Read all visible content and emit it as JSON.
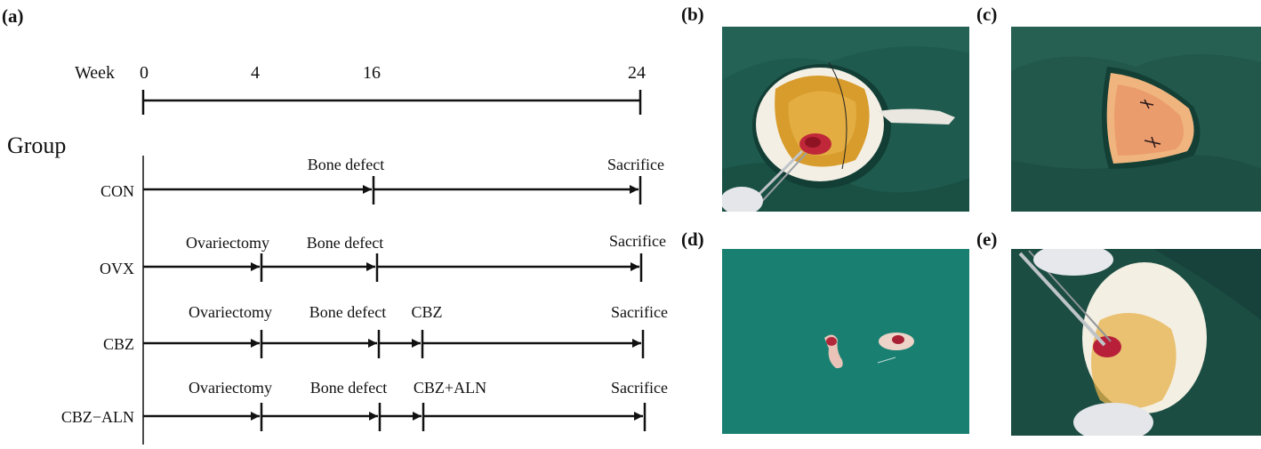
{
  "panels": {
    "a": {
      "label": "(a)"
    },
    "b": {
      "label": "(b)"
    },
    "c": {
      "label": "(c)"
    },
    "d": {
      "label": "(d)"
    },
    "e": {
      "label": "(e)"
    }
  },
  "timeline": {
    "axis_label": "Week",
    "ticks": [
      "0",
      "4",
      "16",
      "24"
    ],
    "section_label": "Group"
  },
  "groups": [
    {
      "name": "CON",
      "events": [
        {
          "label": "Bone defect",
          "week": "16"
        },
        {
          "label": "Sacrifice",
          "week": "24"
        }
      ]
    },
    {
      "name": "OVX",
      "events": [
        {
          "label": "Ovariectomy",
          "week": "4"
        },
        {
          "label": "Bone defect",
          "week": "16"
        },
        {
          "label": "Sacrifice",
          "week": "24"
        }
      ]
    },
    {
      "name": "CBZ",
      "events": [
        {
          "label": "Ovariectomy",
          "week": "4"
        },
        {
          "label": "Bone defect",
          "week": "16"
        },
        {
          "label": "CBZ",
          "week": ""
        },
        {
          "label": "Sacrifice",
          "week": "24"
        }
      ]
    },
    {
      "name": "CBZ−ALN",
      "events": [
        {
          "label": "Ovariectomy",
          "week": "4"
        },
        {
          "label": "Bone defect",
          "week": "16"
        },
        {
          "label": "CBZ+ALN",
          "week": ""
        },
        {
          "label": "Sacrifice",
          "week": "24"
        }
      ]
    }
  ],
  "colors": {
    "line": "#111111",
    "drape_green": "#1f5a4e",
    "fur": "#f2efe6",
    "fur_yellow": "#e0a830",
    "tissue_red": "#c0283a",
    "glove": "#e4e6ea"
  }
}
